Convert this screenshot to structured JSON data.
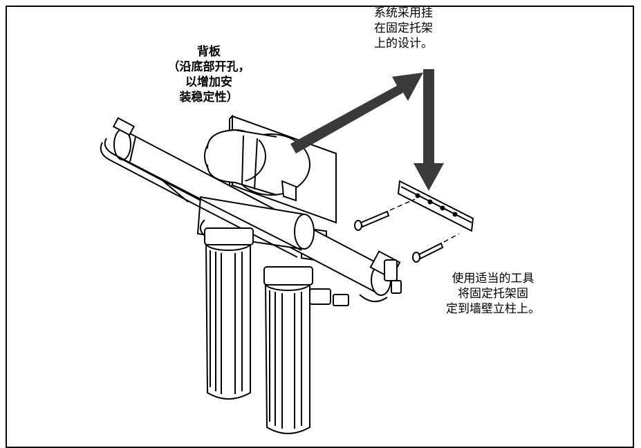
{
  "labels": {
    "backplate": "背板\n（沿底部开孔，\n以增加安\n装稳定性）",
    "bracket": "系统采用挂\n在固定托架\n上的设计。",
    "tool": "使用适当的工具\n将固定托架固\n定到墙壁立柱上。"
  },
  "colors": {
    "line": "#000000",
    "arrow": "#3a3a3a",
    "background": "#ffffff"
  }
}
